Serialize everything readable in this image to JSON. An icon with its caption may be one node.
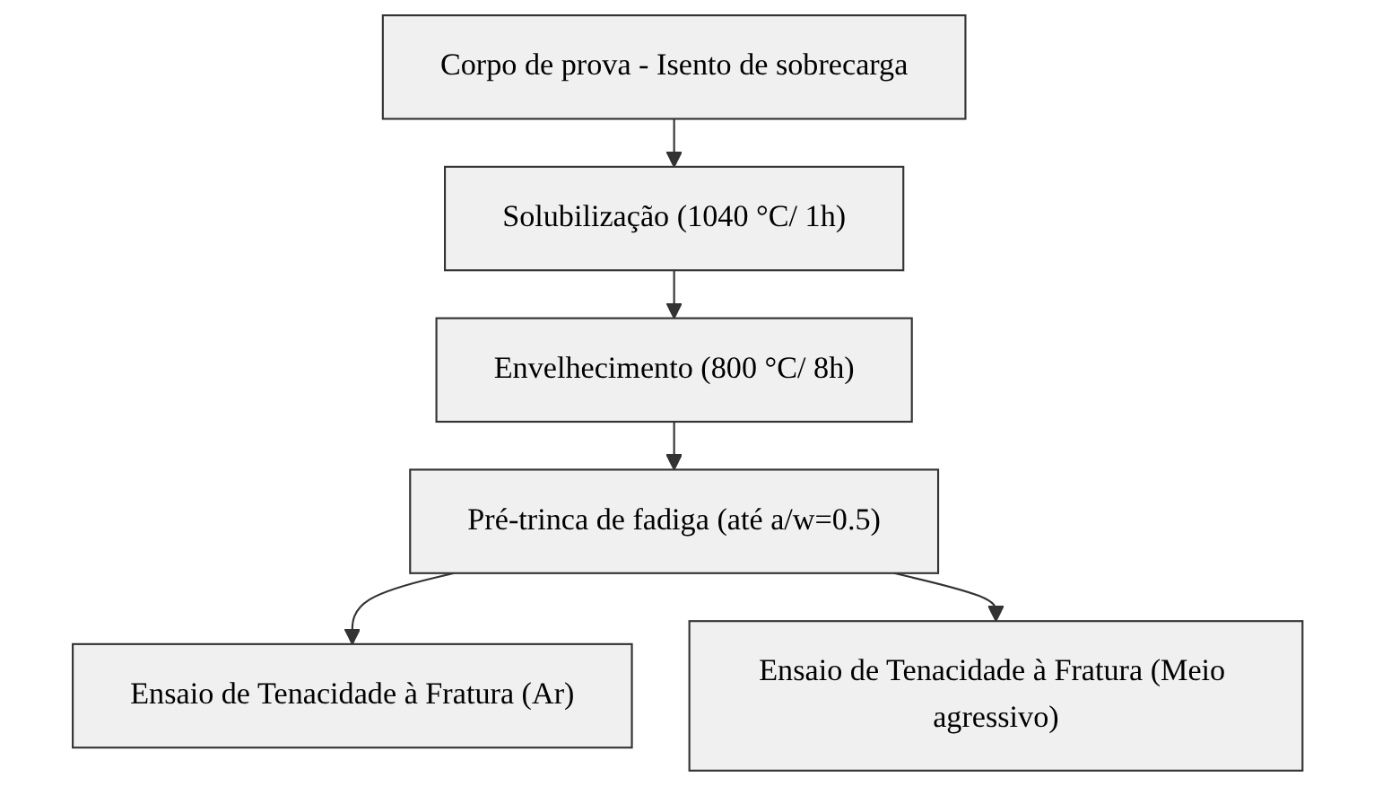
{
  "diagram": {
    "nodes": [
      {
        "text": [
          "Corpo de prova - Isento de sobrecarga"
        ]
      },
      {
        "text": [
          "Solubilização (1040 °C/ 1h)"
        ]
      },
      {
        "text": [
          "Envelhecimento (800 °C/ 8h)"
        ]
      },
      {
        "text": [
          "Pré-trinca de fadiga (até a/w=0.5)"
        ]
      },
      {
        "text": [
          "Ensaio de Tenacidade à Fratura (Ar)"
        ]
      },
      {
        "text": [
          "Ensaio de Tenacidade à Fratura (Meio agressivo)"
        ]
      }
    ],
    "edges": [
      {
        "from": 0,
        "to": 1,
        "arrow": "to"
      },
      {
        "from": 1,
        "to": 2,
        "arrow": "to"
      },
      {
        "from": 2,
        "to": 3,
        "arrow": "to"
      },
      {
        "from": 3,
        "to": 4,
        "arrow": "to"
      },
      {
        "from": 3,
        "to": 5,
        "arrow": "to"
      }
    ]
  }
}
